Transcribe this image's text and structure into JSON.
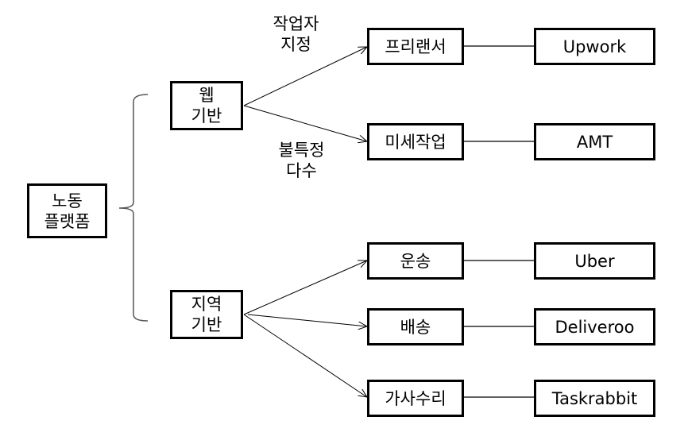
{
  "diagram": {
    "root": {
      "line1": "노동",
      "line2": "플랫폼"
    },
    "categories": [
      {
        "id": "web",
        "line1": "웹",
        "line2": "기반"
      },
      {
        "id": "local",
        "line1": "지역",
        "line2": "기반"
      }
    ],
    "edge_labels": {
      "freelancer": {
        "line1": "작업자",
        "line2": "지정"
      },
      "microtask": {
        "line1": "불특정",
        "line2": "다수"
      }
    },
    "types": [
      {
        "label": "프리랜서",
        "parent": "web",
        "example": "Upwork"
      },
      {
        "label": "미세작업",
        "parent": "web",
        "example": "AMT"
      },
      {
        "label": "운송",
        "parent": "local",
        "example": "Uber"
      },
      {
        "label": "배송",
        "parent": "local",
        "example": "Deliveroo"
      },
      {
        "label": "가사수리",
        "parent": "local",
        "example": "Taskrabbit"
      }
    ]
  }
}
